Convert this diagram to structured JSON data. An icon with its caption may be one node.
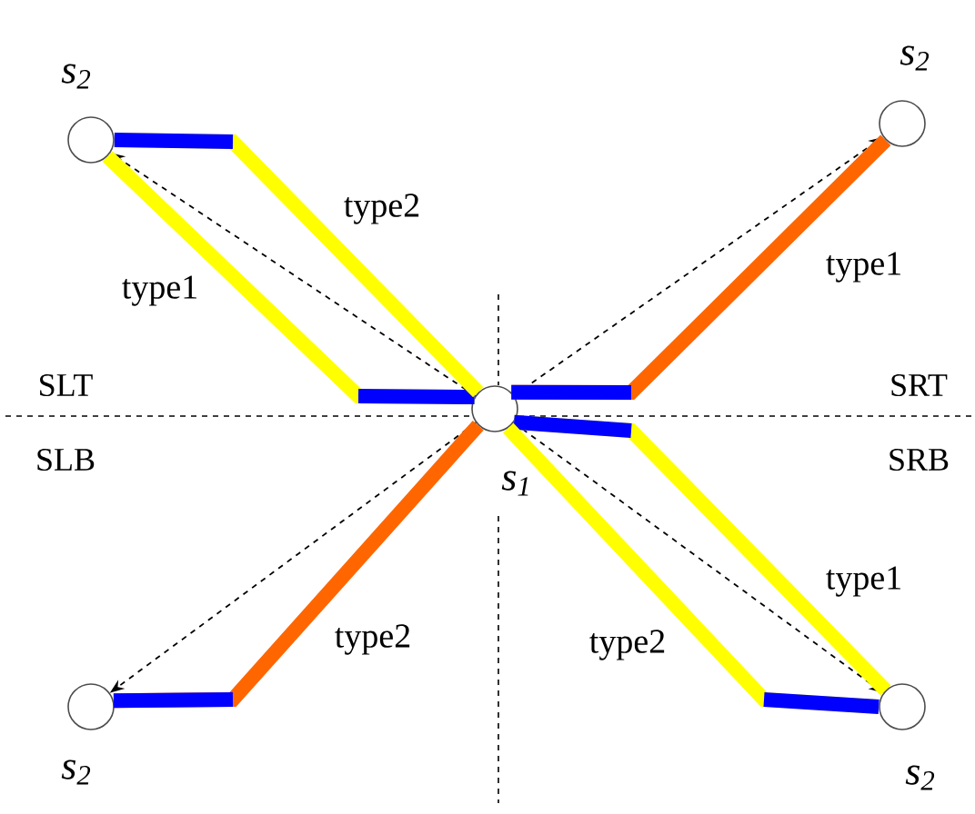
{
  "diagram": {
    "nodes": [
      {
        "text": [],
        "shape": "circle",
        "beside": [
          "s$_{2}$"
        ]
      },
      {
        "text": [],
        "shape": "circle",
        "beside": [
          "s$_{2}$"
        ]
      },
      {
        "text": [],
        "shape": "circle",
        "beside": [
          "s$_{1}$"
        ]
      },
      {
        "text": [],
        "shape": "circle",
        "beside": [
          "s$_{2}$"
        ]
      },
      {
        "text": [],
        "shape": "circle",
        "beside": [
          "s$_{2}$"
        ]
      }
    ],
    "edges": [
      {
        "from": 2,
        "to": 0,
        "arrow": "to",
        "style": "dashed"
      },
      {
        "from": 2,
        "to": 1,
        "arrow": "to",
        "style": "dashed"
      },
      {
        "from": 2,
        "to": 3,
        "arrow": "to",
        "style": "dashed"
      },
      {
        "from": 2,
        "to": 4,
        "arrow": "to",
        "style": "dashed"
      },
      {
        "from": 2,
        "to": 0,
        "arrow": "none",
        "color": "#ffff00",
        "label": "type1"
      },
      {
        "from": 2,
        "to": 0,
        "arrow": "none",
        "color": "#ffff00",
        "label": "type2"
      },
      {
        "from": 2,
        "to": 1,
        "arrow": "none",
        "color": "#ff6600",
        "label": "type1"
      },
      {
        "from": 2,
        "to": 3,
        "arrow": "none",
        "color": "#ff6600",
        "label": "type2"
      },
      {
        "from": 2,
        "to": 4,
        "arrow": "none",
        "color": "#ffff00",
        "label": "type1"
      },
      {
        "from": 2,
        "to": 4,
        "arrow": "none",
        "color": "#ffff00",
        "label": "type2"
      }
    ],
    "labels": [
      "SLT",
      "SRT",
      "SLB",
      "SRB"
    ]
  }
}
